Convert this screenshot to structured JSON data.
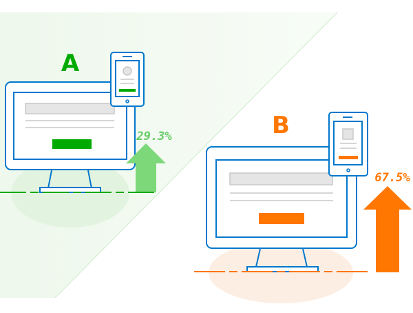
{
  "variant_a": {
    "label": "A",
    "conversion": "29.3%",
    "color": "#00aa00",
    "arrow_color": "#7dd87a",
    "pct_color": "#66cc66"
  },
  "variant_b": {
    "label": "B",
    "conversion": "67.5%",
    "color": "#ff7700",
    "arrow_color": "#ff7700",
    "pct_color": "#ff7700"
  },
  "colors": {
    "device_outline": "#0077cc",
    "placeholder_gray": "#cccccc"
  }
}
